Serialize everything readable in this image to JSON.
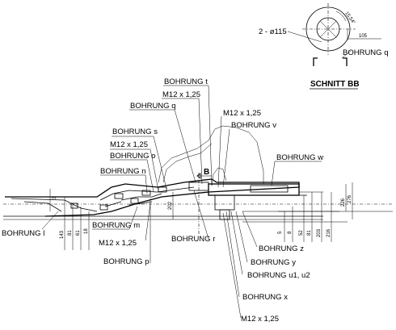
{
  "section": {
    "title": "SCHNITT BB",
    "bore_label": "2 - ø115",
    "dim_angle": "15,54°",
    "dim_width": "105",
    "bore_name": "BOHRUNG q"
  },
  "labels": {
    "bohrung_t": "BOHRUNG t",
    "m12_top": "M12 x 1,25",
    "bohrung_q": "BOHRUNG q",
    "m12_right": "M12 x 1,25",
    "bohrung_v": "BOHRUNG v",
    "bohrung_s": "BOHRUNG s",
    "m12_left": "M12 x 1,25",
    "bohrung_o": "BOHRUNG o",
    "bohrung_w": "BOHRUNG w",
    "bohrung_n": "BOHRUNG n",
    "section_mark": "B",
    "bohrung_l": "BOHRUNG l",
    "bohrung_m": "BOHRUNG m",
    "bohrung_r": "BOHRUNG r",
    "m12_bottom_left": "M12 x 1,25",
    "bohrung_p": "BOHRUNG p",
    "bohrung_z": "BOHRUNG z",
    "bohrung_y": "BOHRUNG y",
    "bohrung_u": "BOHRUNG u1, u2",
    "bohrung_x": "BOHRUNG x",
    "m12_bottom": "M12 x 1,25"
  },
  "dimensions": {
    "left_3": "3",
    "left_143": "143",
    "left_81": "81",
    "left_61": "61",
    "left_18": "18",
    "mid_202": "202",
    "r_5": "5",
    "r_8": "8",
    "r_52": "52",
    "r_81": "81",
    "r_203": "203",
    "r_216": "216",
    "r_226": "226",
    "r_276": "276"
  }
}
